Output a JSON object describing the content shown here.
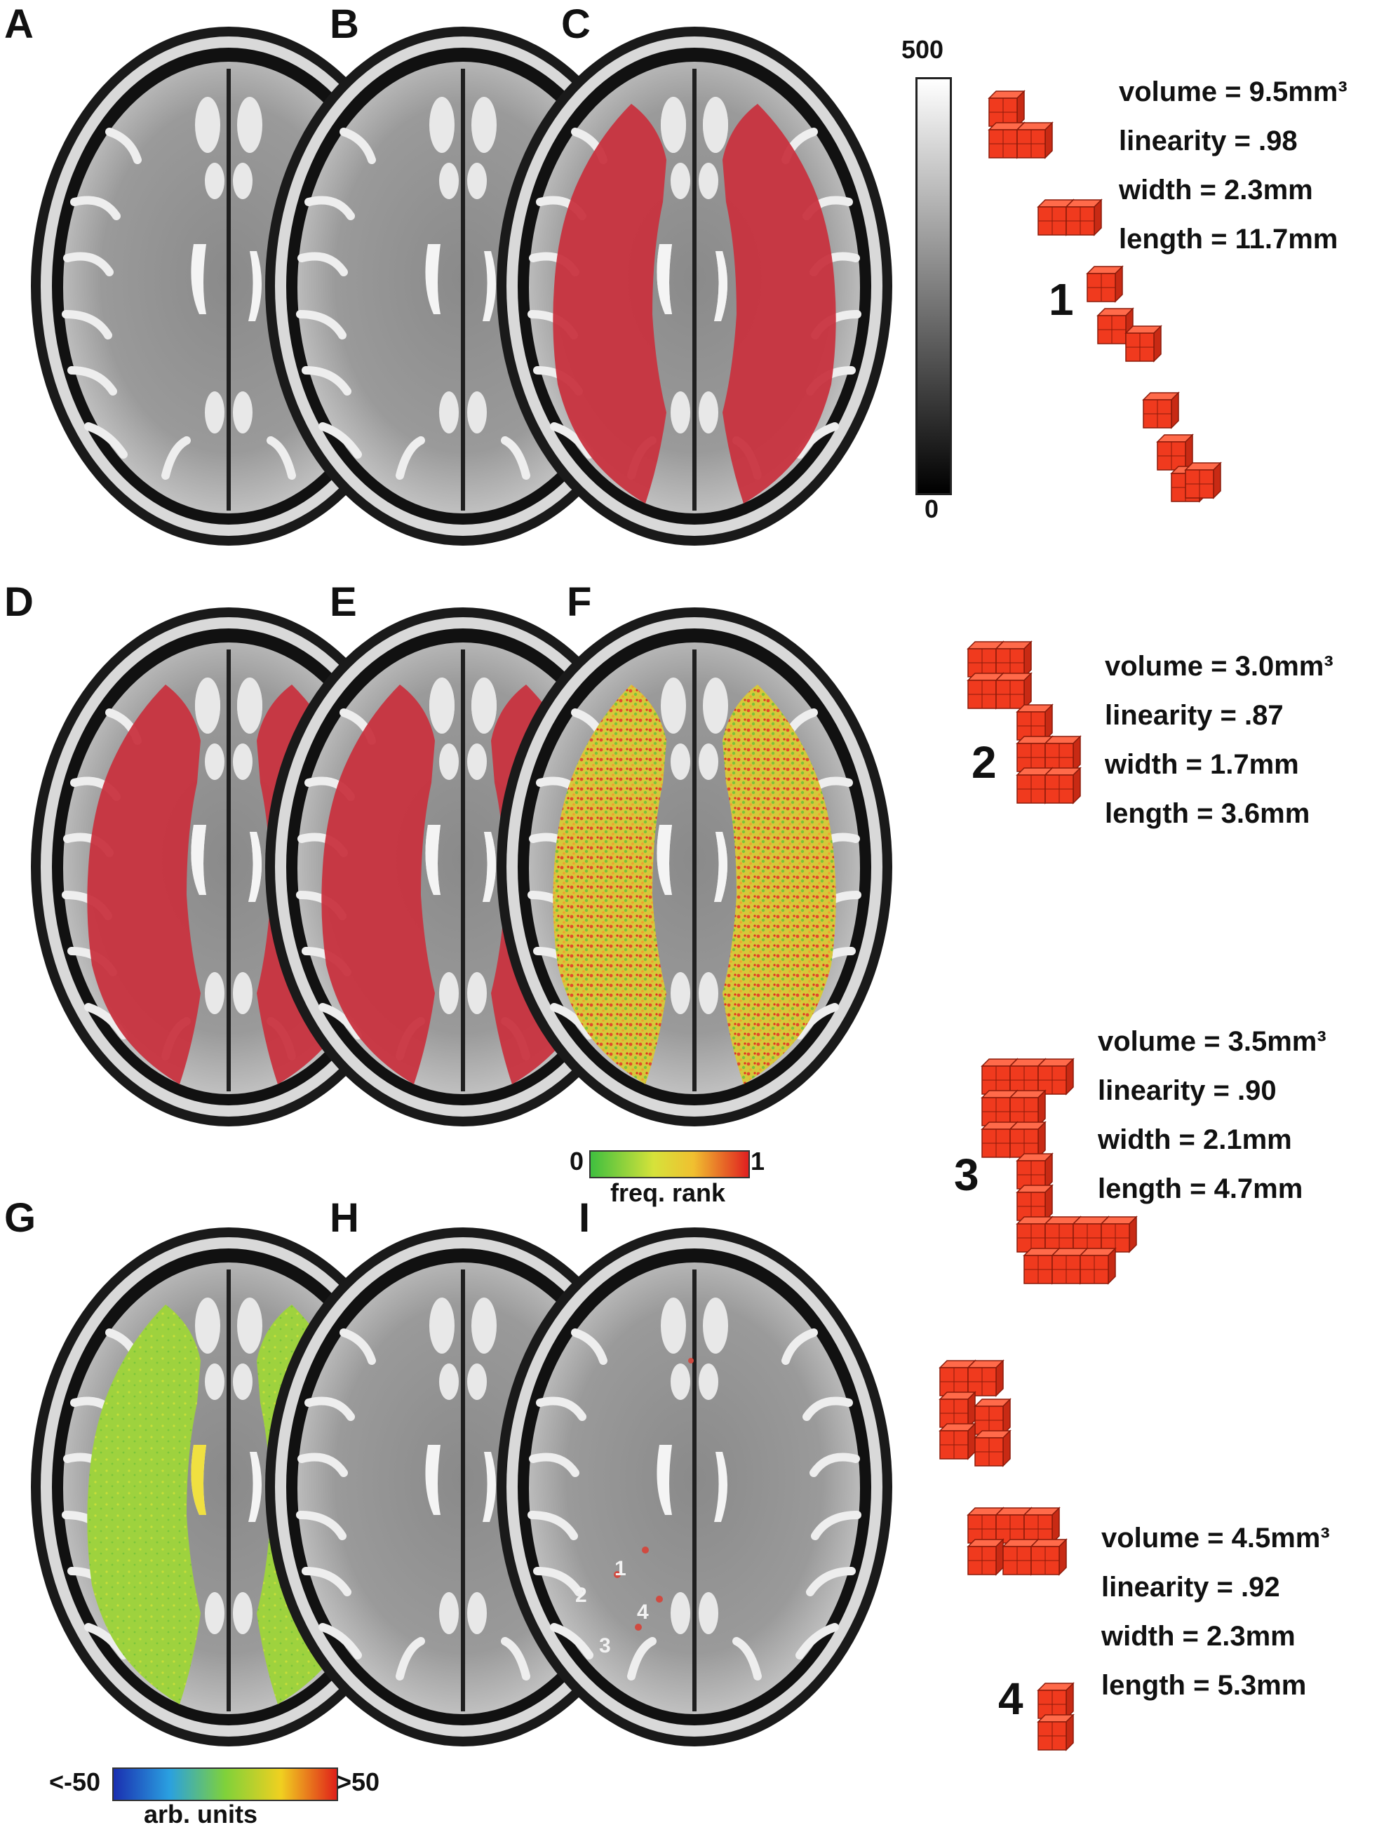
{
  "panels": {
    "A": "A",
    "B": "B",
    "C": "C",
    "D": "D",
    "E": "E",
    "F": "F",
    "G": "G",
    "H": "H",
    "I": "I"
  },
  "grayscale_bar": {
    "max": "500",
    "min": "0"
  },
  "freq_bar": {
    "min": "0",
    "max": "1",
    "caption": "freq. rank"
  },
  "arb_bar": {
    "min": "<-50",
    "max": ">50",
    "caption": "arb. units"
  },
  "brain_labels": [
    "1",
    "2",
    "3",
    "4"
  ],
  "clusters": [
    {
      "id": "1",
      "volume": "volume = 9.5mm³",
      "linearity": "linearity = .98",
      "width": "width = 2.3mm",
      "length": "length = 11.7mm"
    },
    {
      "id": "2",
      "volume": "volume = 3.0mm³",
      "linearity": "linearity = .87",
      "width": "width = 1.7mm",
      "length": "length = 3.6mm"
    },
    {
      "id": "3",
      "volume": "volume = 3.5mm³",
      "linearity": "linearity = .90",
      "width": "width = 2.1mm",
      "length": "length = 4.7mm"
    },
    {
      "id": "4",
      "volume": "volume = 4.5mm³",
      "linearity": "linearity = .92",
      "width": "width = 2.3mm",
      "length": "length = 5.3mm"
    }
  ],
  "colors": {
    "wm_overlay": "#c8333f",
    "voxel_red": "#f03a1e",
    "voxel_edge": "#8a1a0a"
  }
}
